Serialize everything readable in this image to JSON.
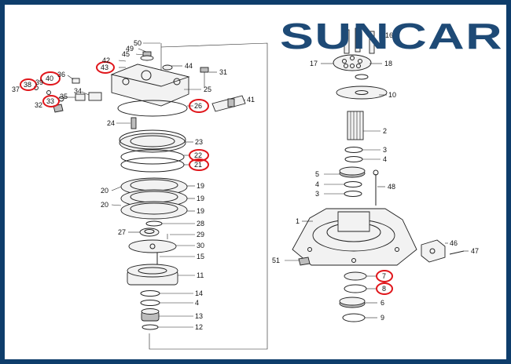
{
  "brand": {
    "name": "SUNCAR",
    "color": "#1e4a76",
    "border_color": "#0e3d6b"
  },
  "highlight_color": "#e0161b",
  "labels": {
    "l50": "50",
    "l49": "49",
    "l45": "45",
    "l42": "42",
    "l43": "43",
    "l44": "44",
    "l31": "31",
    "l36": "36",
    "l40": "40",
    "l38": "38",
    "l39": "39",
    "l37": "37",
    "l25": "25",
    "l34": "34",
    "l35": "35",
    "l33": "33",
    "l32": "32",
    "l26": "26",
    "l41": "41",
    "l24": "24",
    "l23": "23",
    "l22": "22",
    "l21": "21",
    "l20a": "20",
    "l19a": "19",
    "l19b": "19",
    "l20b": "20",
    "l19c": "19",
    "l28": "28",
    "l27": "27",
    "l29": "29",
    "l30": "30",
    "l15": "15",
    "l11": "11",
    "l14": "14",
    "l4a": "4",
    "l13": "13",
    "l12": "12",
    "l16": "16",
    "l17": "17",
    "l18": "18",
    "l10": "10",
    "l2": "2",
    "l3a": "3",
    "l4b": "4",
    "l5": "5",
    "l4c": "4",
    "l3b": "3",
    "l48": "48",
    "l1": "1",
    "l51": "51",
    "l46": "46",
    "l47": "47",
    "l7": "7",
    "l8": "8",
    "l6": "6",
    "l9": "9"
  }
}
